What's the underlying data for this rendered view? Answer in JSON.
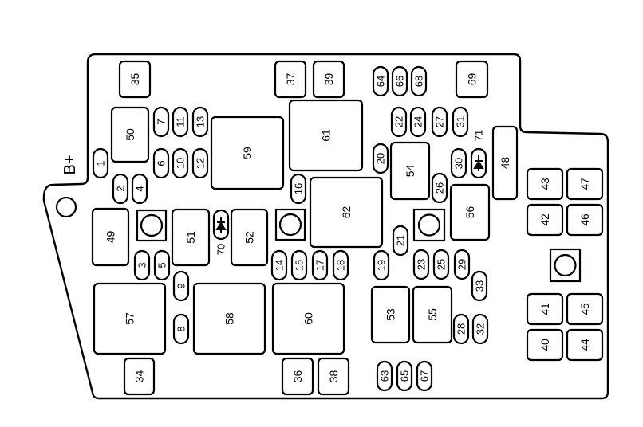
{
  "diagram": {
    "terminal_label": "B+",
    "relays_and_maxi": [
      "35",
      "37",
      "39",
      "69",
      "50",
      "59",
      "61",
      "62",
      "54",
      "48",
      "56",
      "49",
      "51",
      "52",
      "43",
      "47",
      "42",
      "46",
      "57",
      "58",
      "60",
      "53",
      "55",
      "41",
      "45",
      "40",
      "44",
      "34",
      "36",
      "38"
    ],
    "fuses": [
      "1",
      "2",
      "4",
      "7",
      "11",
      "13",
      "6",
      "10",
      "12",
      "16",
      "20",
      "22",
      "24",
      "27",
      "31",
      "64",
      "66",
      "68",
      "30",
      "26",
      "21",
      "3",
      "5",
      "9",
      "8",
      "14",
      "15",
      "17",
      "18",
      "19",
      "23",
      "25",
      "29",
      "33",
      "28",
      "32",
      "63",
      "65",
      "67"
    ],
    "diodes": [
      "70",
      "71"
    ],
    "colors": {
      "line": "#000000",
      "background": "#ffffff"
    }
  }
}
